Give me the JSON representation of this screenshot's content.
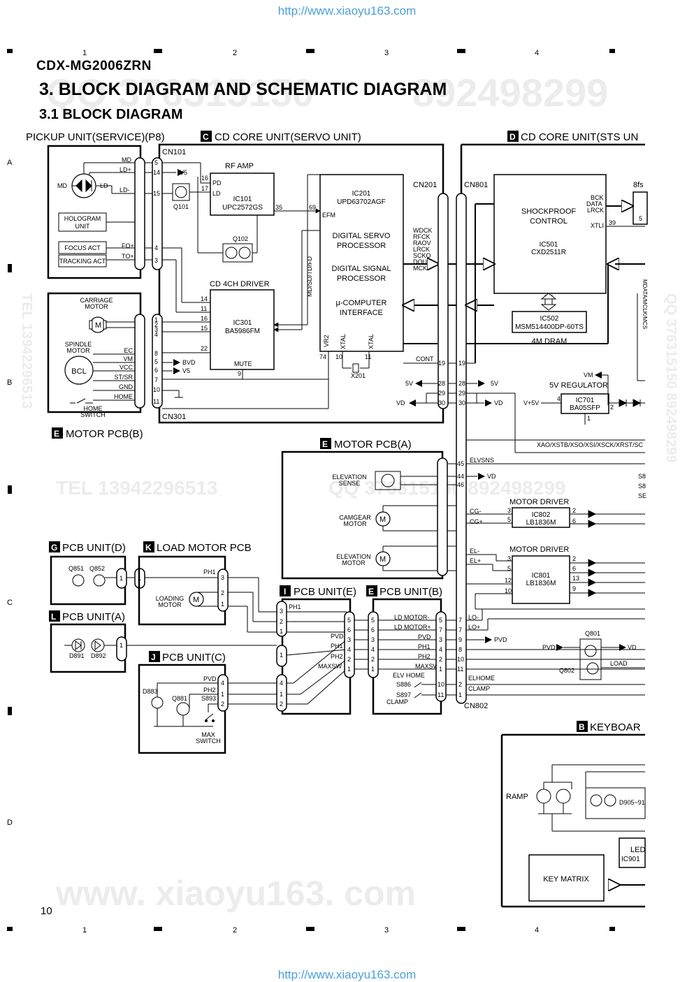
{
  "watermark_url": "http://www.xiaoyu163.com",
  "bg_marks": {
    "qq": "QQ 376315150",
    "phone": "892498299",
    "tel_side": "TEL 13942296513",
    "qq_side": "QQ 376315150 892498299",
    "tel_mid": "TEL 13942296513",
    "qq_mid": "QQ 376315150 892498299",
    "site": "www. xiaoyu163. com"
  },
  "header": {
    "model": "CDX-MG2006ZRN",
    "title": "3. BLOCK DIAGRAM AND SCHEMATIC DIAGRAM",
    "subtitle": "3.1 BLOCK DIAGRAM"
  },
  "page_number": "10",
  "grid": {
    "columns": [
      "1",
      "2",
      "3",
      "4"
    ],
    "rows": [
      "A",
      "B",
      "C",
      "D"
    ]
  },
  "units": {
    "pickup": "PICKUP UNIT(SERVICE)(P8)",
    "c_letter": "C",
    "c_title": "CD CORE UNIT(SERVO UNIT)",
    "d_letter": "D",
    "d_title": "CD CORE UNIT(STS UN",
    "e_letter": "E",
    "e_motor_b": "MOTOR PCB(B)",
    "e_motor_a": "MOTOR PCB(A)",
    "g_letter": "G",
    "g_title": "PCB UNIT(D)",
    "k_letter": "K",
    "k_title": "LOAD MOTOR PCB",
    "l_letter": "L",
    "l_title": "PCB UNIT(A)",
    "j_letter": "J",
    "j_title": "PCB UNIT(C)",
    "i_letter": "I",
    "i_title": "PCB UNIT(E)",
    "e2_title": "PCB UNIT(B)",
    "b_letter": "B",
    "b_title": "KEYBOAR"
  },
  "pickup": {
    "md": "MD",
    "ld_plus": "LD+",
    "ld_minus": "LD-",
    "md2": "MD",
    "ld2": "LD",
    "hologram1": "HOLOGRAM",
    "hologram2": "UNIT",
    "focus": "FOCUS ACT",
    "tracking": "TRACKING ACT",
    "fo": "FO+",
    "to": "TO+"
  },
  "mech": {
    "carriage1": "CARRIAGE",
    "carriage2": "MOTOR",
    "spindle1": "SPINDLE",
    "spindle2": "MOTOR",
    "bcl": "BCL",
    "home1": "HOME",
    "home2": "SWITCH",
    "sig": [
      "EC",
      "VM",
      "VCC",
      "ST/SR",
      "GND",
      "HOME"
    ],
    "pins_left": [
      "1",
      "2",
      "3",
      "4"
    ],
    "pins_right": [
      "8",
      "5",
      "6",
      "7",
      "10",
      "11"
    ],
    "bvd": "BVD",
    "v5": "V5"
  },
  "servo": {
    "cn101": "CN101",
    "cn201": "CN201",
    "cn301": "CN301",
    "rf_amp": "RF AMP",
    "ic101": "IC101",
    "upc": "UPC2572GS",
    "pd": "PD",
    "ld": "LD",
    "q101": "Q101",
    "q102": "Q102",
    "v5": "V5",
    "ic201": "IC201",
    "upd": "UPD63702AGF",
    "dsp1": "DIGITAL SERVO",
    "dsp2": "PROCESSOR",
    "dsp3": "DIGITAL SIGNAL",
    "dsp4": "PROCESSOR",
    "dsp5": "μ-COMPUTER",
    "dsp6": "INTERFACE",
    "efm": "EFM",
    "mdsd": "MD/SD/TD/FD",
    "wdck": "WDCK",
    "rfck": "RFCK",
    "raov": "RAOV",
    "lrck": "LRCK",
    "scko": "SCKO",
    "dout": "DOUT",
    "mck": "MCK",
    "vr2": "VR2",
    "xtal": "XTAL",
    "x201": "X201",
    "cont": "CONT",
    "driver": "CD 4CH DRIVER",
    "ic301": "IC301",
    "ba": "BA5986FM",
    "mute": "MUTE",
    "pins": {
      "p5": "5",
      "p14": "14",
      "p15": "15",
      "p4": "4",
      "p3": "3",
      "p16": "16",
      "p17": "17",
      "p35": "35",
      "p69": "69",
      "d14": "14",
      "d11": "11",
      "d16": "16",
      "d15": "15",
      "d22": "22",
      "d9": "9",
      "p74": "74",
      "p10": "10",
      "p11": "11",
      "c19": "19",
      "c28": "28",
      "c29": "29",
      "c30": "30"
    },
    "v5_label": "5V",
    "vd_label": "VD"
  },
  "sts": {
    "cn801": "CN801",
    "fs": "8fs",
    "shock1": "SHOCKPROOF",
    "shock2": "CONTROL",
    "ic501": "IC501",
    "cxd": "CXD2511R",
    "bck": "BCK",
    "data": "DATA",
    "lrck": "LRCK",
    "xtli": "XTLI",
    "p39": "39",
    "p5": "5",
    "ic502": "IC502",
    "msm": "MSM514400DP-60TS",
    "dram": "4M DRAM",
    "vm": "VM",
    "reg": "5V REGULATOR",
    "vp5v": "V+5V",
    "ic701": "IC701",
    "ba05": "BA05SFP",
    "r4": "4",
    "r2": "2",
    "r1": "1",
    "r19": "19",
    "r28": "28",
    "r29": "29",
    "r30": "30",
    "v5": "5V",
    "vd": "VD",
    "xao": "XAO/XSTB/XSO/XSI/XSCK/XRST/SC",
    "vert": "MDATA/MCLK/MCS"
  },
  "motor_a": {
    "elev_sense1": "ELEVATION",
    "elev_sense2": "SENSE",
    "camgear1": "CAMGEAR",
    "camgear2": "MOTOR",
    "elev_motor1": "ELEVATION",
    "elev_motor2": "MOTOR",
    "p45": "45",
    "p44": "44",
    "p46": "46",
    "elvsns": "ELVSNS",
    "vd": "VD",
    "cg_minus": "CG-",
    "cg_plus": "CG+",
    "el_minus": "EL-",
    "el_plus": "EL+",
    "s8a": "S8",
    "s8b": "S8",
    "s8c": "SE"
  },
  "drivers": {
    "md1": "MOTOR DRIVER",
    "ic802": "IC802",
    "lb1": "LB1836M",
    "md2": "MOTOR DRIVER",
    "ic801": "IC801",
    "lb2": "LB1836M",
    "p3": "3",
    "p5": "5",
    "p2": "2",
    "p6": "6",
    "q3": "3",
    "q5": "5",
    "q12": "12",
    "q10": "10",
    "q2": "2",
    "q6": "6",
    "q13": "13",
    "q9": "9"
  },
  "lower": {
    "q851": "Q851",
    "q852": "Q852",
    "ph1": "PH1",
    "loading1": "LOADING",
    "loading2": "MOTOR",
    "d891": "D891",
    "d892": "D892",
    "pvd": "PVD",
    "ph2": "PH2",
    "d883": "D883",
    "q881": "Q881",
    "s893": "S893",
    "max1": "MAX",
    "max2": "SWITCH",
    "i_ph1": "PH1",
    "i_pvd": "PVD",
    "i_ph1b": "PH1",
    "i_ph2": "PH2",
    "maxsw": "MAXSW",
    "b_ldm": "LD MOTOR-",
    "b_ldp": "LD MOTOR+",
    "b_pvd": "PVD",
    "b_ph1": "PH1",
    "b_ph2": "PH2",
    "b_maxsw": "MAXSW",
    "elv_home": "ELV HOME",
    "s886": "S886",
    "s897": "S897",
    "clamp": "CLAMP",
    "lo_m": "LO-",
    "lo_p": "LO+",
    "pvd2": "PVD",
    "elhome": "ELHOME",
    "clamp2": "CLAMP",
    "cn802": "CN802",
    "q801": "Q801",
    "q802": "Q802",
    "vd": "VD",
    "load": "LOAD",
    "pvd3": "PVD"
  },
  "keyboard": {
    "ramp": "RAMP",
    "d905": "D905~91",
    "led": "LED",
    "ic901": "IC901",
    "keymatrix": "KEY MATRIX"
  }
}
